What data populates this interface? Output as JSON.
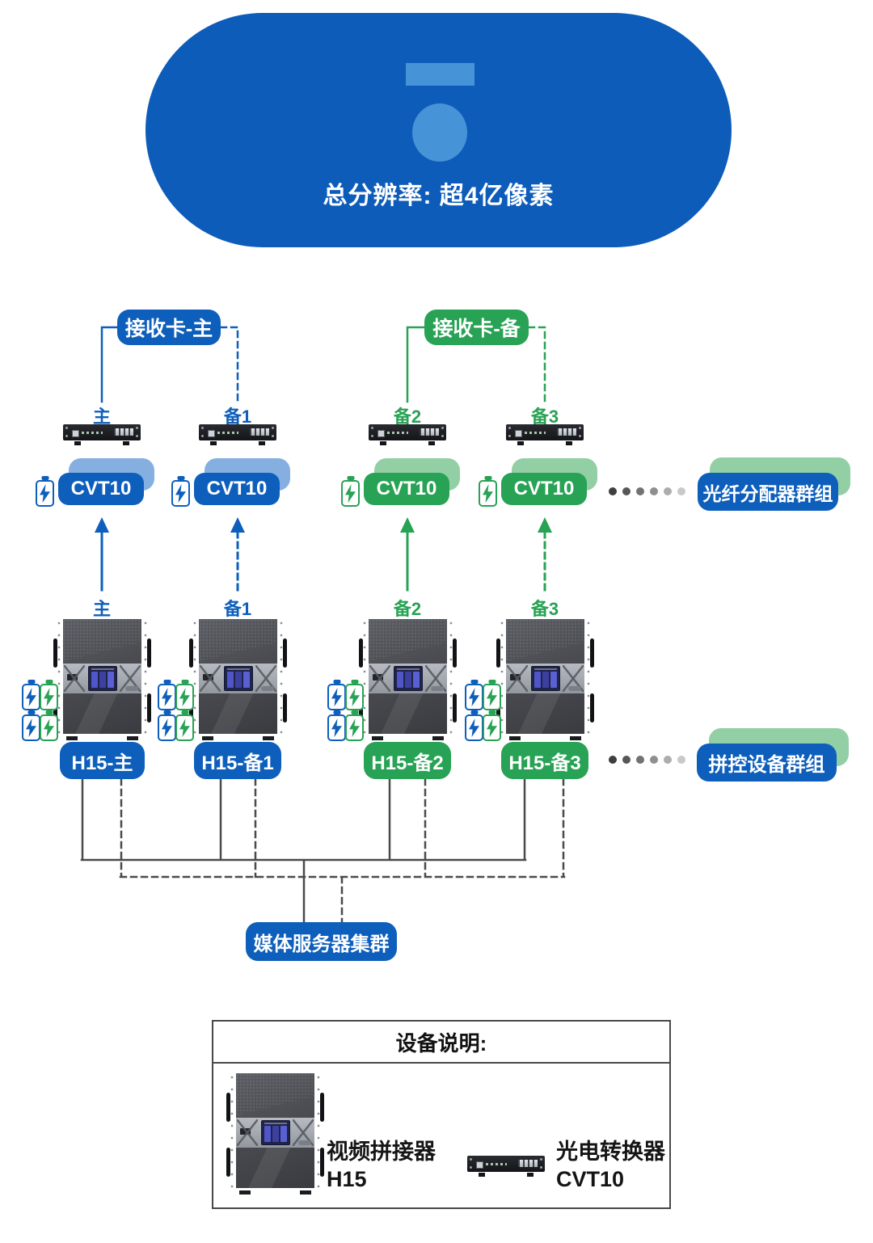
{
  "header": {
    "title": "总分辨率: 超4亿像素"
  },
  "receiver_cards": {
    "main_label": "接收卡-主",
    "backup_label": "接收卡-备"
  },
  "converter_row": {
    "columns": [
      {
        "tag": "主",
        "device": "CVT10"
      },
      {
        "tag": "备1",
        "device": "CVT10"
      },
      {
        "tag": "备2",
        "device": "CVT10"
      },
      {
        "tag": "备3",
        "device": "CVT10"
      }
    ],
    "group_label": "光纤分配器群组"
  },
  "processor_row": {
    "columns": [
      {
        "tag": "主",
        "label": "H15-主"
      },
      {
        "tag": "备1",
        "label": "H15-备1"
      },
      {
        "tag": "备2",
        "label": "H15-备2"
      },
      {
        "tag": "备3",
        "label": "H15-备3"
      }
    ],
    "group_label": "拼控设备群组"
  },
  "media_server_label": "媒体服务器集群",
  "legend": {
    "title": "设备说明:",
    "items": [
      {
        "name": "视频拼接器",
        "model": "H15"
      },
      {
        "name": "光电转换器",
        "model": "CVT10"
      }
    ]
  },
  "colors": {
    "blue": "#0e5fbc",
    "light_blue": "#85afe0",
    "green": "#28a254",
    "light_green": "#92cfa4",
    "banner_blue": "#0d5cba",
    "banner_inner_blue": "#4793d8",
    "line_gray": "#4a4a4a"
  }
}
